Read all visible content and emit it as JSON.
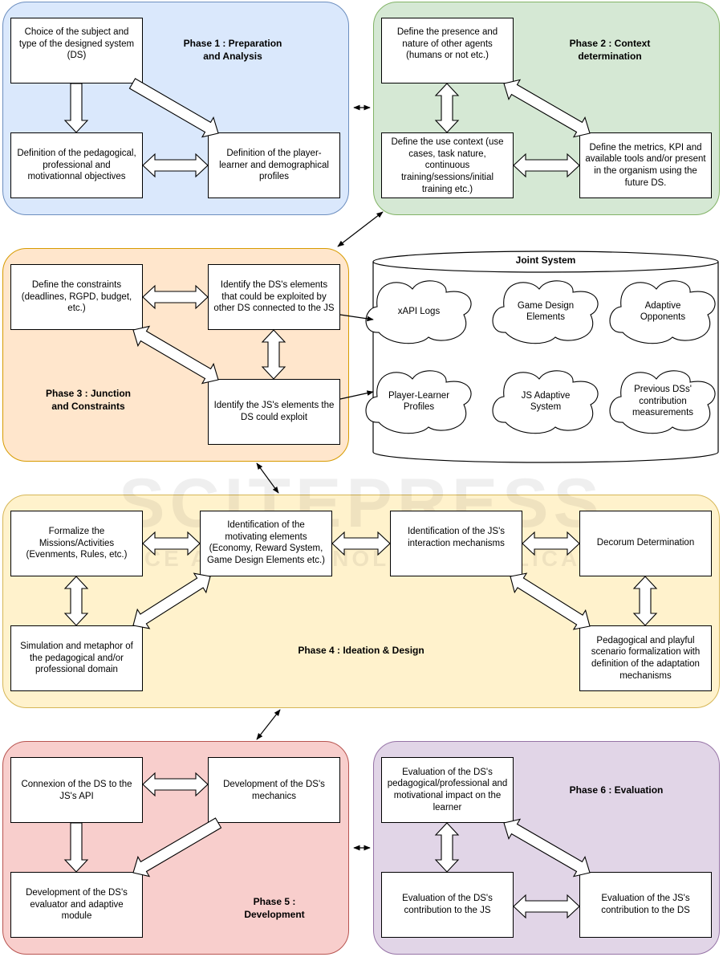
{
  "phases": {
    "p1": "Phase 1 : Preparation\nand Analysis",
    "p2": "Phase 2 : Context\ndetermination",
    "p3": "Phase 3 : Junction\nand Constraints",
    "p4": "Phase 4 : Ideation & Design",
    "p5": "Phase 5 :\nDevelopment",
    "p6": "Phase 6 : Evaluation"
  },
  "boxes": {
    "p1_subject": "Choice of the subject and\ntype of the designed system\n(DS)",
    "p1_objectives": "Definition of the pedagogical,\nprofessional and\nmotivationnal objectives",
    "p1_profiles": "Definition of the player-\nlearner and demographical\nprofiles",
    "p2_agents": "Define the presence and\nnature of other agents\n(humans or not etc.)",
    "p2_context": "Define the use context  (use\ncases, task nature,\ncontinuous\ntraining/sessions/initial\ntraining etc.)",
    "p2_metrics": "Define the metrics, KPI and\navailable tools and/or present\nin the organism using the\nfuture DS.",
    "p3_constraints": "Define the constraints\n(deadlines, RGPD, budget,\netc.)",
    "p3_ds_elements": "Identify the DS's elements\nthat could be exploited by\nother DS connected to the JS",
    "p3_js_elements": "Identify the JS's elements the\nDS could exploit",
    "p4_missions": "Formalize the\nMissions/Activities\n(Evenments, Rules, etc.)",
    "p4_motivating": "Identification of the\nmotivating elements\n(Economy, Reward System,\nGame Design Elements etc.)",
    "p4_interaction": "Identification of the JS's\ninteraction mechanisms",
    "p4_decorum": "Decorum Determination",
    "p4_simulation": "Simulation and metaphor of\nthe pedagogical and/or\nprofessional domain",
    "p4_scenario": "Pedagogical and playful\nscenario formalization with\ndefinition of the adaptation\nmechanisms",
    "p5_connexion": "Connexion of the DS to the\nJS's API",
    "p5_mechanics": "Development  of the DS's\nmechanics",
    "p5_evaluator": "Development of the DS's\nevaluator and adaptive\nmodule",
    "p6_impact": "Evaluation of the DS's\npedagogical/professional and\nmotivational impact on the\nlearner",
    "p6_ds_contrib": "Evaluation of the DS's\ncontribution to the JS",
    "p6_js_contrib": "Evaluation of the JS's\ncontribution to the DS"
  },
  "joint_system": {
    "title": "Joint System",
    "clouds": [
      "xAPI Logs",
      "Game Design\nElements",
      "Adaptive\nOpponents",
      "Player-Learner\nProfiles",
      "JS Adaptive\nSystem",
      "Previous DSs'\ncontribution\nmeasurements"
    ]
  },
  "watermark": {
    "main": "SCITEPRESS",
    "sub": "SCIENCE AND TECHNOLOGY PUBLICATIONS"
  },
  "colors": {
    "phase1": "#dae8fc",
    "phase2": "#d5e8d4",
    "phase3": "#ffe6cc",
    "phase4": "#fff2cc",
    "phase5": "#f8cecc",
    "phase6": "#e1d5e7"
  }
}
